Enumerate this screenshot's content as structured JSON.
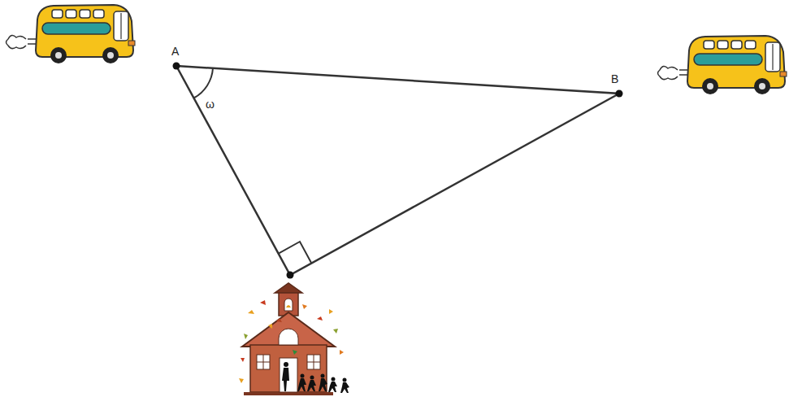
{
  "diagram": {
    "labels": [
      "A",
      "B",
      "ω"
    ]
  }
}
